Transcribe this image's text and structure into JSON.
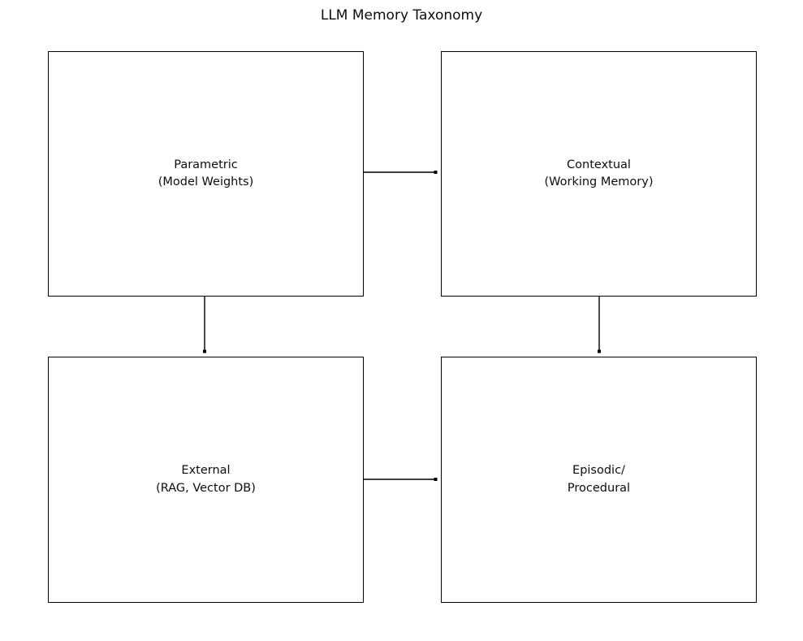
{
  "title": "LLM Memory Taxonomy",
  "nodes": [
    {
      "id": "parametric",
      "label": "Parametric\n(Model Weights)"
    },
    {
      "id": "contextual",
      "label": "Contextual\n(Working Memory)"
    },
    {
      "id": "external",
      "label": "External\n(RAG, Vector DB)"
    },
    {
      "id": "episodic-procedural",
      "label": "Episodic/\nProcedural"
    }
  ],
  "edges": [
    {
      "from": "parametric",
      "to": "contextual"
    },
    {
      "from": "parametric",
      "to": "external"
    },
    {
      "from": "contextual",
      "to": "episodic-procedural"
    },
    {
      "from": "external",
      "to": "episodic-procedural"
    }
  ],
  "colors": {
    "background": "#ffffff",
    "box_border": "#000000",
    "text": "#0d0d0d",
    "connector": "#000000"
  }
}
